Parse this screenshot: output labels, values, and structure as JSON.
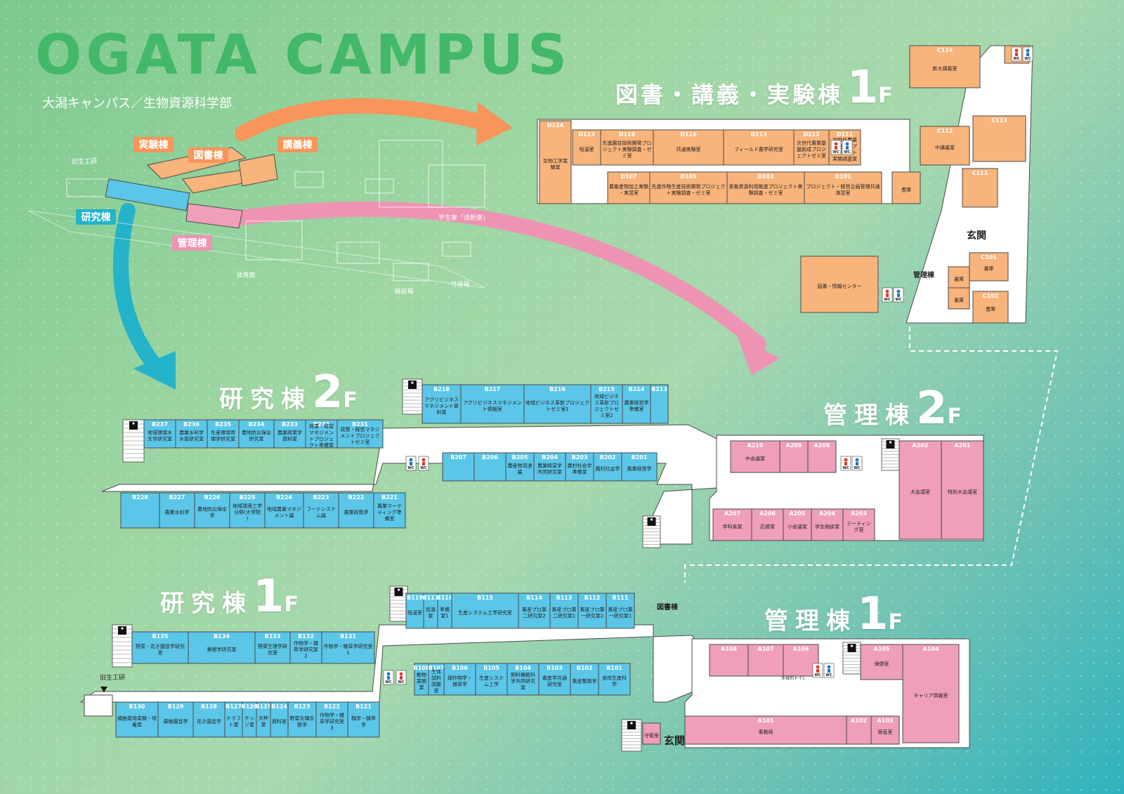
{
  "header": {
    "logo": "OGATA CAMPUS",
    "subtitle": "大潟キャンパス／生物資源科学部"
  },
  "colors": {
    "orange": "#f8b47b",
    "cyan": "#5bc6e8",
    "pink": "#ef9fba",
    "arrowOrange": "#f7955a",
    "arrowCyan": "#24b3c9",
    "arrowPink": "#ee93b3"
  },
  "overview": {
    "labels": {
      "jikken": "実験棟",
      "tosho": "図書棟",
      "kogi": "講義棟",
      "kenkyu": "研究棟",
      "kanri": "管理棟",
      "kyuseiko": "旧生工研",
      "gakuseiryo": "学生寮「清新寮」",
      "taiikukan": "体育館",
      "kakugijo": "格技場",
      "kyudojo": "弓道場"
    }
  },
  "floors": {
    "library1f": {
      "title": "図書・講義・実験棟",
      "floor": "1",
      "suffix": "F",
      "rooms": [
        {
          "code": "C114",
          "name": "新大講義室"
        },
        {
          "code": "C113",
          "name": ""
        },
        {
          "code": "C112",
          "name": "中講義室"
        },
        {
          "code": "C111",
          "name": ""
        },
        {
          "code": "C101",
          "name": "書庫"
        },
        {
          "code": "C102",
          "name": "書庫"
        },
        {
          "code": "",
          "name": "書庫"
        },
        {
          "code": "",
          "name": "書庫"
        },
        {
          "code": "D124",
          "name": "生物工学実験室"
        },
        {
          "code": "D123",
          "name": "恒温室"
        },
        {
          "code": "D118",
          "name": "先進園芸技術開発プロジェクト実験調査・ゼミ室"
        },
        {
          "code": "D116",
          "name": "共通実験室"
        },
        {
          "code": "D113",
          "name": "フィールド農学研究室"
        },
        {
          "code": "D112",
          "name": "次世代農業基盤創成プロジェクトゼミ室"
        },
        {
          "code": "D111",
          "name": "次世代農業基盤創成プロジェクト実験調査室"
        },
        {
          "code": "D107",
          "name": "農畜産物加工実験・実習室"
        },
        {
          "code": "D105",
          "name": "先進作物生産技術開発プロジェクト実験調査・ゼミ室"
        },
        {
          "code": "D103",
          "name": "家畜資源利用推進プロジェクト実験調査・ゼミ室"
        },
        {
          "code": "D101",
          "name": "プロジェクト・経営企画管理共通演習室"
        },
        {
          "code": "",
          "name": "書庫"
        },
        {
          "code": "",
          "name": "図書・情報センター"
        }
      ],
      "genkan": "玄関",
      "toKanri": "管理棟"
    },
    "kenkyu2f": {
      "title": "研究棟",
      "floor": "2",
      "suffix": "F",
      "north": [
        {
          "code": "B237",
          "name": "地域環境水文学研究室"
        },
        {
          "code": "B236",
          "name": "農業水利学水質研究室"
        },
        {
          "code": "B235",
          "name": "生産環境管理学研究室"
        },
        {
          "code": "B234",
          "name": "農地防災保全研究室"
        },
        {
          "code": "B233",
          "name": "農業政策学資料室"
        },
        {
          "code": "B232",
          "name": "政策・経営マネジメントプロジェクト準備室"
        },
        {
          "code": "B231",
          "name": "政策・経営マネジメントプロジェクトゼミ室"
        },
        {
          "code": "B218",
          "name": "アグリビジネスマネジメント資料室"
        },
        {
          "code": "B217",
          "name": "アグリビジネスマネジメント情報室"
        },
        {
          "code": "B216",
          "name": "地域ビジネス革新プロジェクトゼミ室1"
        },
        {
          "code": "B215",
          "name": "地域ビジネス革新プロジェクトゼミ室2"
        },
        {
          "code": "B214",
          "name": "農業経営学準備室"
        },
        {
          "code": "B213",
          "name": ""
        }
      ],
      "south": [
        {
          "code": "B207",
          "name": ""
        },
        {
          "code": "B206",
          "name": ""
        },
        {
          "code": "B205",
          "name": "農産物流通論"
        },
        {
          "code": "B204",
          "name": "農業経営学共同研究室"
        },
        {
          "code": "B203",
          "name": "農村社会学準備室"
        },
        {
          "code": "B202",
          "name": "農村社会学"
        },
        {
          "code": "B201",
          "name": "農業経営学"
        },
        {
          "code": "B228",
          "name": ""
        },
        {
          "code": "B227",
          "name": "農業水利学"
        },
        {
          "code": "B226",
          "name": "農地防災保全学"
        },
        {
          "code": "B225",
          "name": "地域環境工学分野(大学院)"
        },
        {
          "code": "B224",
          "name": "地域農業マネジメント論"
        },
        {
          "code": "B223",
          "name": "フードシステム論"
        },
        {
          "code": "B222",
          "name": "農業政策学"
        },
        {
          "code": "B221",
          "name": "農業マーケティング準備室"
        }
      ]
    },
    "kenkyu1f": {
      "title": "研究棟",
      "floor": "1",
      "suffix": "F",
      "north": [
        {
          "code": "B135",
          "name": "野菜・花き園芸学研究室"
        },
        {
          "code": "B134",
          "name": "果樹学研究室"
        },
        {
          "code": "B133",
          "name": "野菜生理学研究室"
        },
        {
          "code": "B132",
          "name": "作物学・雑草学研究室2"
        },
        {
          "code": "B131",
          "name": "作物学・雑草学研究室1"
        },
        {
          "code": "B119",
          "name": "恒温室"
        },
        {
          "code": "B117",
          "name": "低温室"
        },
        {
          "code": "B116",
          "name": "準備室1"
        },
        {
          "code": "B115",
          "name": "生産システム工学研究室"
        },
        {
          "code": "B114",
          "name": "畜産プロ第二研究室2"
        },
        {
          "code": "B113",
          "name": "畜産プロ第二研究室1"
        },
        {
          "code": "B112",
          "name": "畜産プロ第一研究室2"
        },
        {
          "code": "B111",
          "name": "畜産プロ第一研究室1"
        }
      ],
      "south": [
        {
          "code": "B108",
          "name": "動物実験室"
        },
        {
          "code": "B107",
          "name": "生体試料調整室"
        },
        {
          "code": "B106",
          "name": "畑作物学・雑草学"
        },
        {
          "code": "B105",
          "name": "生産システム工学"
        },
        {
          "code": "B104",
          "name": "飼料機能科学共同研究室"
        },
        {
          "code": "B103",
          "name": "畜産学共通研究室"
        },
        {
          "code": "B102",
          "name": "畜産繁殖学"
        },
        {
          "code": "B101",
          "name": "食肉生産科学"
        },
        {
          "code": "B130",
          "name": "細胞栽培実験・培養室"
        },
        {
          "code": "B129",
          "name": "果樹園芸学"
        },
        {
          "code": "B128",
          "name": "花き園芸学"
        },
        {
          "code": "B127",
          "name": "ドラフト室"
        },
        {
          "code": "B126",
          "name": "チッソ室"
        },
        {
          "code": "B125",
          "name": "天秤室"
        },
        {
          "code": "B124",
          "name": "資料室"
        },
        {
          "code": "B123",
          "name": "野菜生理生態学"
        },
        {
          "code": "B122",
          "name": "作物学・雑草学研究室3"
        },
        {
          "code": "B121",
          "name": "稲学・雑草学"
        }
      ],
      "kyuseiko": "旧生工研",
      "toTosho": "図書棟"
    },
    "kanri2f": {
      "title": "管理棟",
      "floor": "2",
      "suffix": "F",
      "rooms": [
        {
          "code": "A210",
          "name": "中会議室"
        },
        {
          "code": "A209",
          "name": ""
        },
        {
          "code": "A208",
          "name": ""
        },
        {
          "code": "A202",
          "name": "大会議室"
        },
        {
          "code": "A201",
          "name": "特別大会議室"
        },
        {
          "code": "A207",
          "name": "学科長室"
        },
        {
          "code": "A206",
          "name": "応接室"
        },
        {
          "code": "A205",
          "name": "小会議室"
        },
        {
          "code": "A204",
          "name": "学生相談室"
        },
        {
          "code": "A203",
          "name": "ミーティング室"
        }
      ]
    },
    "kanri1f": {
      "title": "管理棟",
      "floor": "1",
      "suffix": "F",
      "rooms": [
        {
          "code": "A108",
          "name": ""
        },
        {
          "code": "A107",
          "name": ""
        },
        {
          "code": "A106",
          "name": ""
        },
        {
          "code": "A105",
          "name": "保健室"
        },
        {
          "code": "A104",
          "name": "キャリア情報室"
        },
        {
          "code": "A101",
          "name": "事務局"
        },
        {
          "code": "A102",
          "name": ""
        },
        {
          "code": "A103",
          "name": "宿直室"
        },
        {
          "code": "",
          "name": "守衛室"
        }
      ],
      "genkan": "玄関",
      "tarenai": "多目的トイレ"
    }
  },
  "common": {
    "wc": "WC",
    "stairs": "階段"
  }
}
